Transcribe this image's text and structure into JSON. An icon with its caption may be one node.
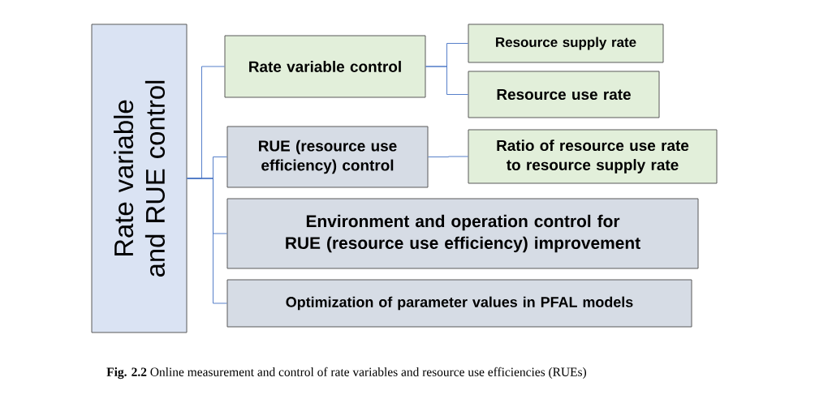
{
  "diagram": {
    "caption": "**Fig. 2.2** Online measurement and control of rate variables and resource use efficiencies (RUEs)",
    "nodes": [
      {
        "text": [
          "Rate variable and RUE control"
        ]
      },
      {
        "text": [
          "Rate variable control"
        ]
      },
      {
        "text": [
          "Resource supply rate"
        ]
      },
      {
        "text": [
          "Resource use rate"
        ]
      },
      {
        "text": [
          "RUE (resource use efficiency) control"
        ]
      },
      {
        "text": [
          "Ratio of resource use rate to resource supply rate"
        ]
      },
      {
        "text": [
          "Environment and operation control for RUE (resource use efficiency) improvement"
        ]
      },
      {
        "text": [
          "Optimization of parameter values in PFAL models"
        ]
      }
    ],
    "edges": [
      {
        "from": 0,
        "to": 1,
        "arrow": "none"
      },
      {
        "from": 0,
        "to": 4,
        "arrow": "none"
      },
      {
        "from": 0,
        "to": 6,
        "arrow": "none"
      },
      {
        "from": 0,
        "to": 7,
        "arrow": "none"
      },
      {
        "from": 1,
        "to": 2,
        "arrow": "none"
      },
      {
        "from": 1,
        "to": 3,
        "arrow": "none"
      },
      {
        "from": 4,
        "to": 5,
        "arrow": "none"
      }
    ]
  }
}
